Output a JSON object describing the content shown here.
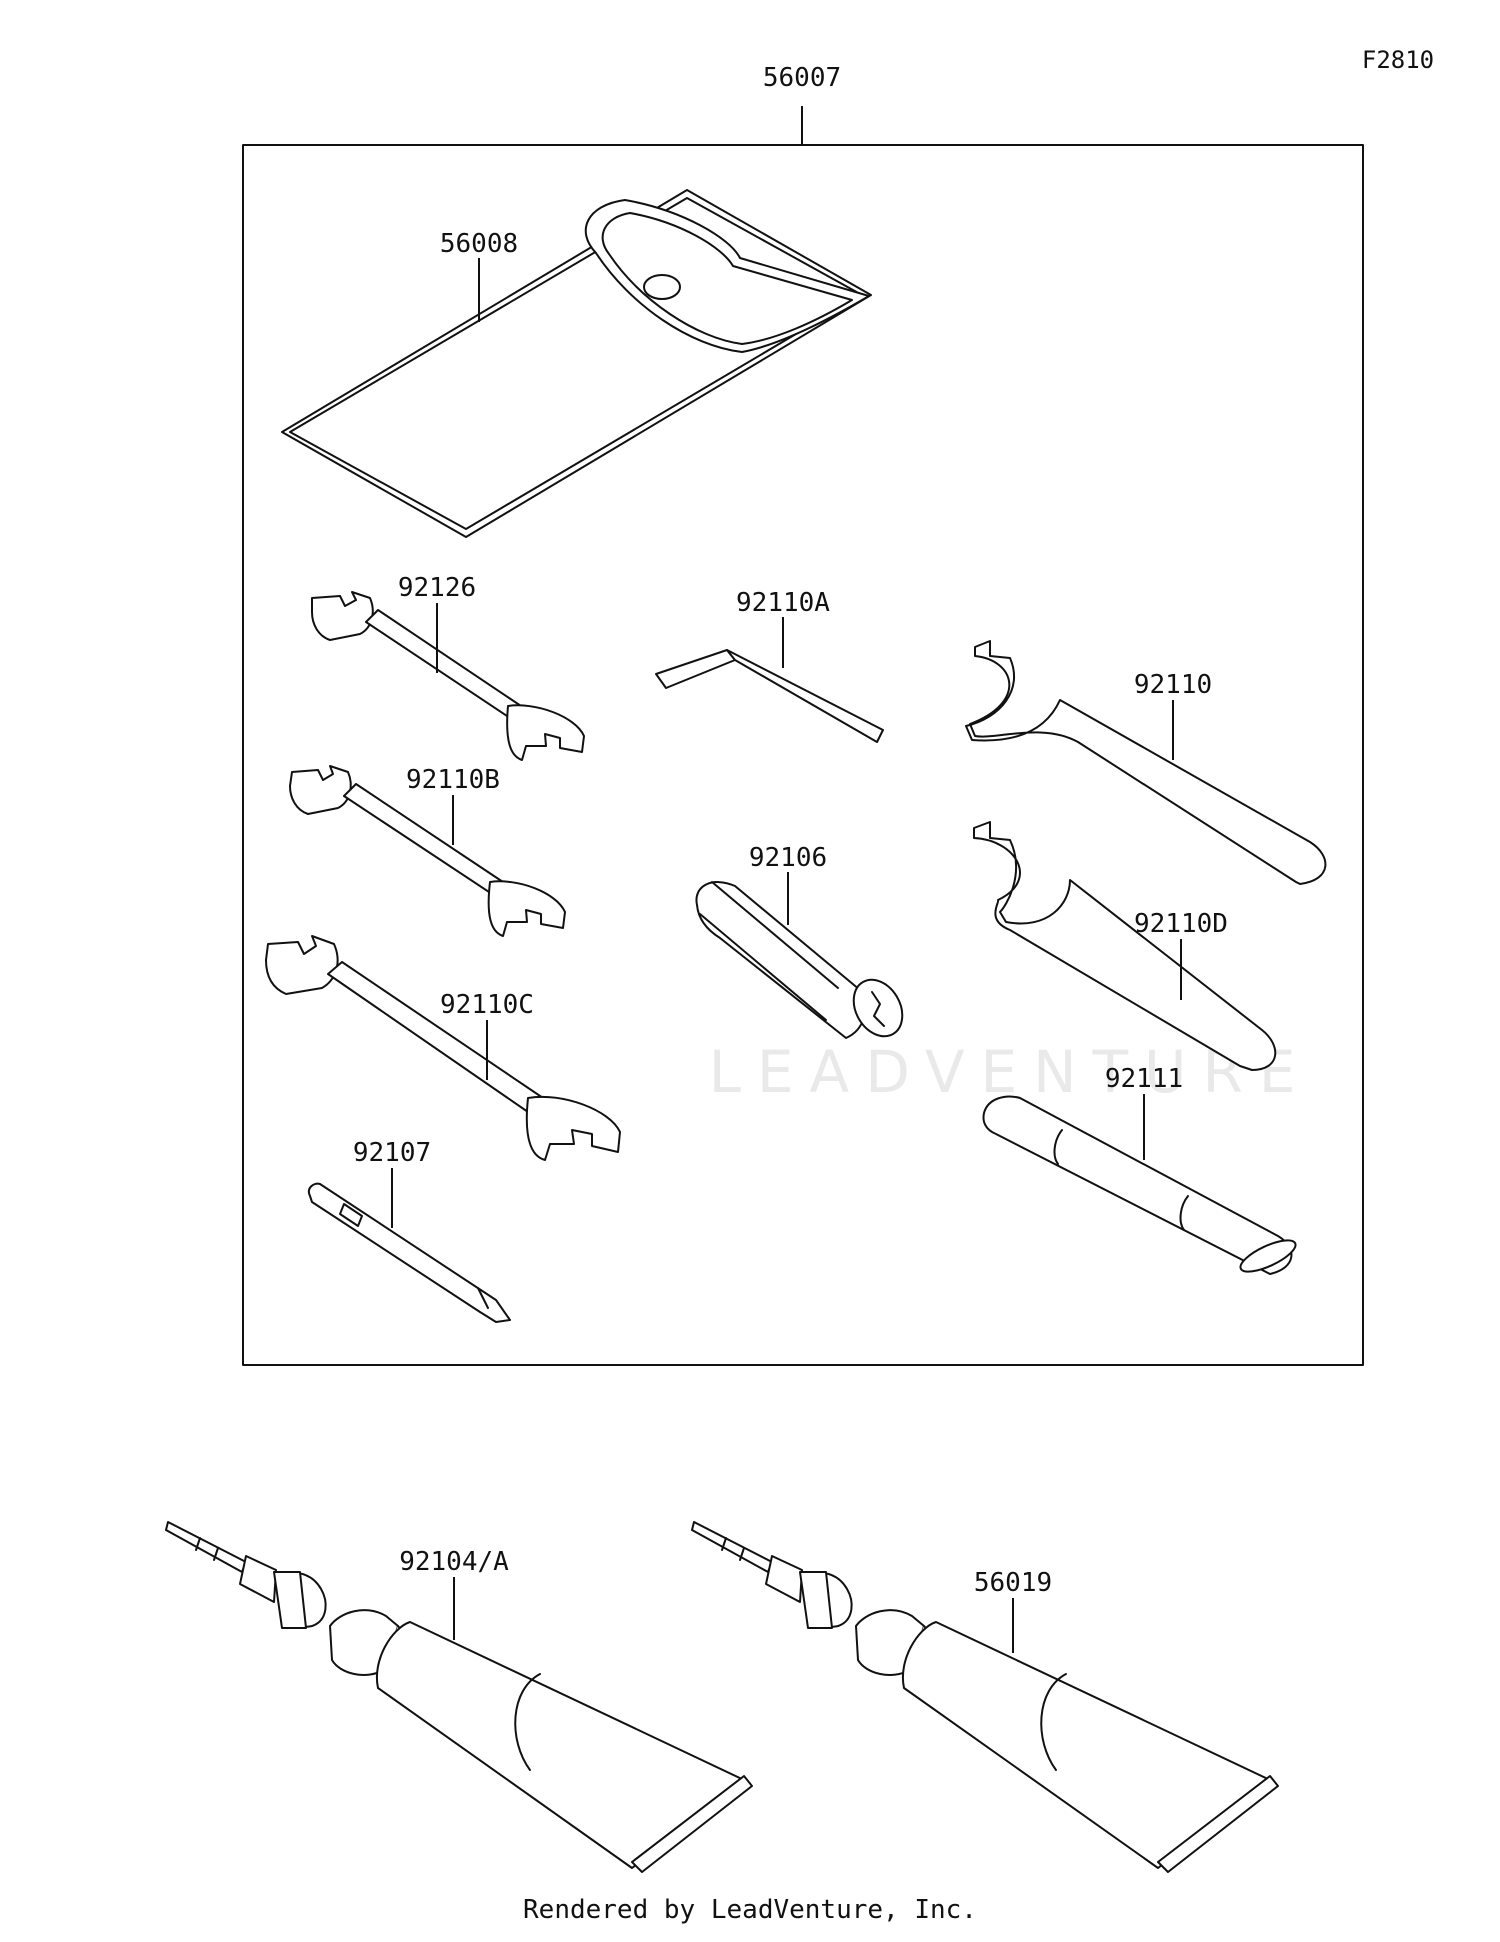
{
  "diagram": {
    "code": "F2810",
    "watermark": "LEADVENTURE",
    "footer": "Rendered by LeadVenture, Inc.",
    "callouts": [
      {
        "id": "56007",
        "label": "56007"
      },
      {
        "id": "56008",
        "label": "56008"
      },
      {
        "id": "92126",
        "label": "92126"
      },
      {
        "id": "92110A",
        "label": "92110A"
      },
      {
        "id": "92110",
        "label": "92110"
      },
      {
        "id": "92110B",
        "label": "92110B"
      },
      {
        "id": "92106",
        "label": "92106"
      },
      {
        "id": "92110D",
        "label": "92110D"
      },
      {
        "id": "92110C",
        "label": "92110C"
      },
      {
        "id": "92111",
        "label": "92111"
      },
      {
        "id": "92107",
        "label": "92107"
      },
      {
        "id": "92104A",
        "label": "92104/A"
      },
      {
        "id": "56019",
        "label": "56019"
      }
    ]
  }
}
